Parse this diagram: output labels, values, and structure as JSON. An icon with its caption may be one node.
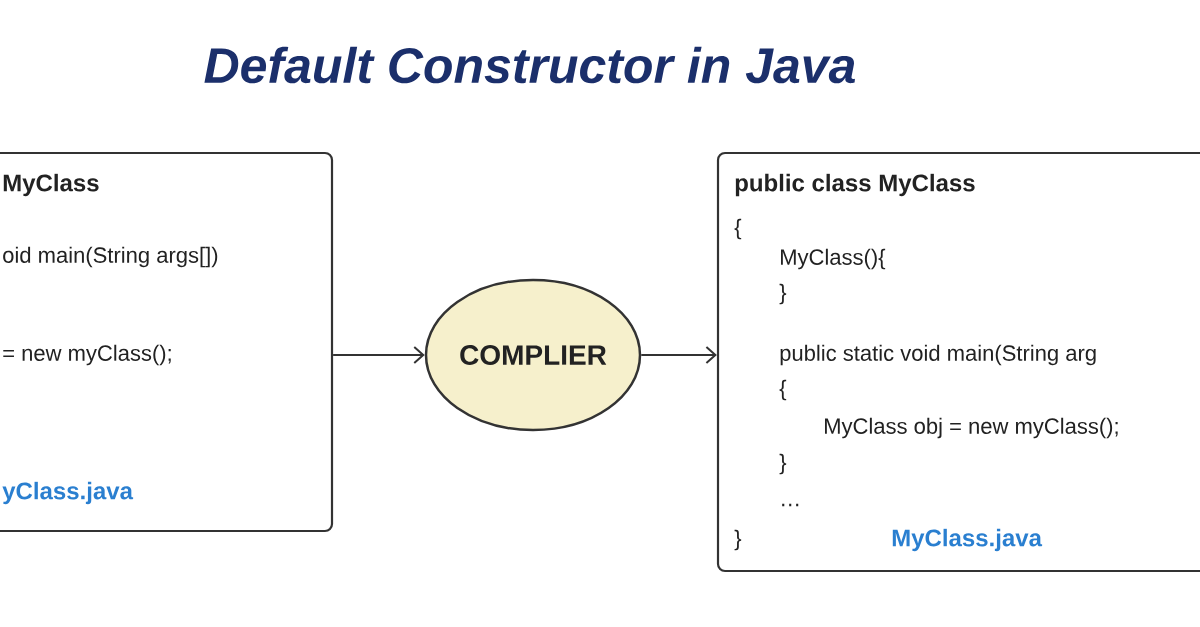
{
  "diagram": {
    "title": "Default Constructor in Java",
    "nodes": [
      {
        "text": [
          "MyClass",
          "oid main(String args[])",
          "= new myClass();",
          "yClass.java"
        ]
      },
      {
        "text": [
          "COMPLIER"
        ]
      },
      {
        "text": [
          "public class MyClass",
          "{",
          "MyClass(){",
          "}",
          "public static void main(String arg",
          "{",
          "MyClass obj = new myClass();",
          "}",
          "…",
          "}",
          "MyClass.java"
        ]
      }
    ],
    "edges": [
      {
        "from": 0,
        "to": 1,
        "arrow": "to"
      },
      {
        "from": 1,
        "to": 2,
        "arrow": "to"
      }
    ]
  }
}
